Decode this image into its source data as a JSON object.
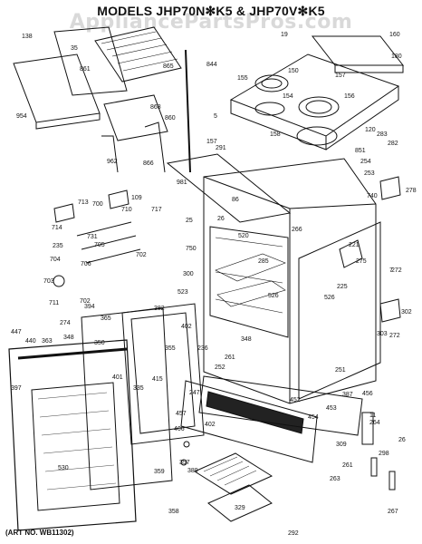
{
  "header": {
    "title": "MODELS JHP70N✻K5 & JHP70V✻K5",
    "watermark": "AppliancePartsPros.com"
  },
  "footer": {
    "art_number": "(ART NO. WB11302)"
  },
  "callouts": [
    "35",
    "861",
    "865",
    "844",
    "19",
    "150",
    "157",
    "160",
    "180",
    "138",
    "954",
    "155",
    "154",
    "868",
    "860",
    "158",
    "156",
    "120",
    "283",
    "282",
    "962",
    "866",
    "5",
    "157",
    "291",
    "254",
    "253",
    "278",
    "740",
    "981",
    "86",
    "109",
    "713",
    "700",
    "714",
    "710",
    "717",
    "25",
    "266",
    "235",
    "731",
    "705",
    "706",
    "702",
    "704",
    "703",
    "702",
    "711",
    "750",
    "300",
    "520",
    "285",
    "221",
    "272",
    "275",
    "523",
    "526",
    "526",
    "225",
    "302",
    "303",
    "272",
    "274",
    "348",
    "363",
    "447",
    "440",
    "397",
    "394",
    "365",
    "350",
    "382",
    "402",
    "355",
    "401",
    "415",
    "335",
    "348",
    "261",
    "252",
    "247",
    "251",
    "452",
    "387",
    "456",
    "454",
    "453",
    "402",
    "457",
    "406",
    "357",
    "389",
    "530",
    "359",
    "358",
    "329",
    "309",
    "261",
    "263",
    "264",
    "298",
    "267",
    "236",
    "11",
    "26",
    "26",
    "851",
    "7",
    "292"
  ]
}
